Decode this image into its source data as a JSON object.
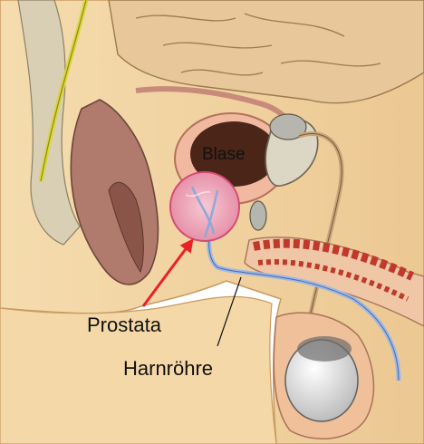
{
  "labels": {
    "bladder": "Blase",
    "prostate": "Prostata",
    "urethra": "Harnröhre"
  },
  "colors": {
    "background": "#ffffff",
    "skin": "#f2d6a6",
    "intestine": "#e8c89a",
    "muscle": "#b07a6c",
    "bone": "#dcd6c4",
    "urethra": "#9db8e6",
    "prostate_highlight": "#e46a8c",
    "arrow": "#e8202a"
  }
}
